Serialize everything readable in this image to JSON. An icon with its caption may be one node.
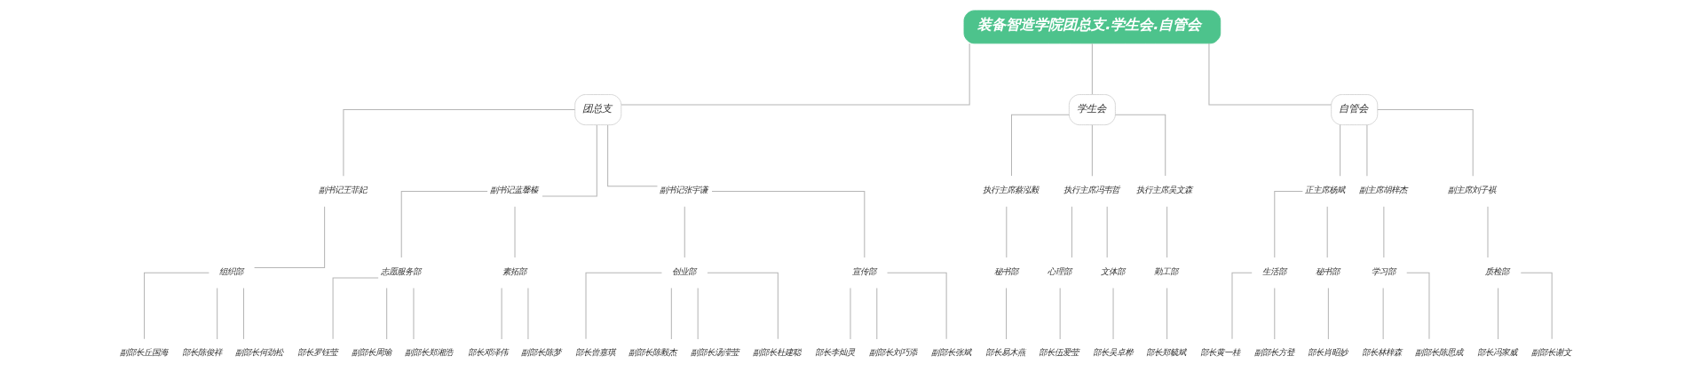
{
  "diagram": {
    "nodes": [
      {
        "text": [
          "装备智造学院团总支.学生会.自管会"
        ]
      },
      {
        "text": [
          "团总支"
        ]
      },
      {
        "text": [
          "学生会"
        ]
      },
      {
        "text": [
          "自管会"
        ]
      },
      {
        "text": [
          "副书记王菲妃"
        ]
      },
      {
        "text": [
          "副书记蓝馨榛"
        ]
      },
      {
        "text": [
          "副书记张宇谦"
        ]
      },
      {
        "text": [
          "执行主席蔡泓毅"
        ]
      },
      {
        "text": [
          "执行主席冯韦哲"
        ]
      },
      {
        "text": [
          "执行主席吴文森"
        ]
      },
      {
        "text": [
          "正主席杨斌"
        ]
      },
      {
        "text": [
          "副主席胡梓杰"
        ]
      },
      {
        "text": [
          "副主席刘子祺"
        ]
      },
      {
        "text": [
          "组织部"
        ]
      },
      {
        "text": [
          "志愿服务部"
        ]
      },
      {
        "text": [
          "素拓部"
        ]
      },
      {
        "text": [
          "创业部"
        ]
      },
      {
        "text": [
          "宣传部"
        ]
      },
      {
        "text": [
          "秘书部"
        ]
      },
      {
        "text": [
          "心理部"
        ]
      },
      {
        "text": [
          "文体部"
        ]
      },
      {
        "text": [
          "勤工部"
        ]
      },
      {
        "text": [
          "生活部"
        ]
      },
      {
        "text": [
          "秘书部"
        ]
      },
      {
        "text": [
          "学习部"
        ]
      },
      {
        "text": [
          "质检部"
        ]
      },
      {
        "text": [
          "副部长丘国海"
        ]
      },
      {
        "text": [
          "部长陈俊祥"
        ]
      },
      {
        "text": [
          "副部长何劲松"
        ]
      },
      {
        "text": [
          "部长罗钰莹"
        ]
      },
      {
        "text": [
          "副部长周瑜"
        ]
      },
      {
        "text": [
          "副部长郑湘浩"
        ]
      },
      {
        "text": [
          "部长邓泽伟"
        ]
      },
      {
        "text": [
          "副部长陈梦"
        ]
      },
      {
        "text": [
          "部长曾嘉琪"
        ]
      },
      {
        "text": [
          "副部长陈毅杰"
        ]
      },
      {
        "text": [
          "副部长汤滢莹"
        ]
      },
      {
        "text": [
          "副部长杜建聪"
        ]
      },
      {
        "text": [
          "部长李灿灵"
        ]
      },
      {
        "text": [
          "副部长刘巧添"
        ]
      },
      {
        "text": [
          "副部长张斌"
        ]
      },
      {
        "text": [
          "部长易木燕"
        ]
      },
      {
        "text": [
          "部长伍爱莹"
        ]
      },
      {
        "text": [
          "部长吴卓桦"
        ]
      },
      {
        "text": [
          "部长郑毓斌"
        ]
      },
      {
        "text": [
          "部长黄一桂"
        ]
      },
      {
        "text": [
          "副部长方登"
        ]
      },
      {
        "text": [
          "部长肖昭妙"
        ]
      },
      {
        "text": [
          "部长林梓森"
        ]
      },
      {
        "text": [
          "副部长陈思成"
        ]
      },
      {
        "text": [
          "部长冯家威"
        ]
      },
      {
        "text": [
          "副部长谢文"
        ]
      }
    ],
    "edges": [
      {
        "from": 0,
        "to": 1,
        "arrow": "none"
      },
      {
        "from": 0,
        "to": 2,
        "arrow": "none"
      },
      {
        "from": 0,
        "to": 3,
        "arrow": "none"
      },
      {
        "from": 1,
        "to": 4,
        "arrow": "none"
      },
      {
        "from": 1,
        "to": 5,
        "arrow": "none"
      },
      {
        "from": 1,
        "to": 6,
        "arrow": "none"
      },
      {
        "from": 2,
        "to": 7,
        "arrow": "none"
      },
      {
        "from": 2,
        "to": 8,
        "arrow": "none"
      },
      {
        "from": 2,
        "to": 9,
        "arrow": "none"
      },
      {
        "from": 3,
        "to": 10,
        "arrow": "none"
      },
      {
        "from": 3,
        "to": 11,
        "arrow": "none"
      },
      {
        "from": 3,
        "to": 12,
        "arrow": "none"
      },
      {
        "from": 4,
        "to": 13,
        "arrow": "none"
      },
      {
        "from": 5,
        "to": 14,
        "arrow": "none"
      },
      {
        "from": 5,
        "to": 15,
        "arrow": "none"
      },
      {
        "from": 6,
        "to": 16,
        "arrow": "none"
      },
      {
        "from": 6,
        "to": 17,
        "arrow": "none"
      },
      {
        "from": 7,
        "to": 18,
        "arrow": "none"
      },
      {
        "from": 8,
        "to": 19,
        "arrow": "none"
      },
      {
        "from": 8,
        "to": 20,
        "arrow": "none"
      },
      {
        "from": 9,
        "to": 21,
        "arrow": "none"
      },
      {
        "from": 10,
        "to": 22,
        "arrow": "none"
      },
      {
        "from": 10,
        "to": 23,
        "arrow": "none"
      },
      {
        "from": 11,
        "to": 24,
        "arrow": "none"
      },
      {
        "from": 12,
        "to": 25,
        "arrow": "none"
      },
      {
        "from": 13,
        "to": 26,
        "arrow": "none"
      },
      {
        "from": 13,
        "to": 27,
        "arrow": "none"
      },
      {
        "from": 13,
        "to": 28,
        "arrow": "none"
      },
      {
        "from": 14,
        "to": 29,
        "arrow": "none"
      },
      {
        "from": 14,
        "to": 30,
        "arrow": "none"
      },
      {
        "from": 14,
        "to": 31,
        "arrow": "none"
      },
      {
        "from": 15,
        "to": 32,
        "arrow": "none"
      },
      {
        "from": 15,
        "to": 33,
        "arrow": "none"
      },
      {
        "from": 16,
        "to": 34,
        "arrow": "none"
      },
      {
        "from": 16,
        "to": 35,
        "arrow": "none"
      },
      {
        "from": 16,
        "to": 36,
        "arrow": "none"
      },
      {
        "from": 16,
        "to": 37,
        "arrow": "none"
      },
      {
        "from": 17,
        "to": 38,
        "arrow": "none"
      },
      {
        "from": 17,
        "to": 39,
        "arrow": "none"
      },
      {
        "from": 17,
        "to": 40,
        "arrow": "none"
      },
      {
        "from": 18,
        "to": 41,
        "arrow": "none"
      },
      {
        "from": 19,
        "to": 42,
        "arrow": "none"
      },
      {
        "from": 20,
        "to": 43,
        "arrow": "none"
      },
      {
        "from": 21,
        "to": 44,
        "arrow": "none"
      },
      {
        "from": 22,
        "to": 45,
        "arrow": "none"
      },
      {
        "from": 22,
        "to": 46,
        "arrow": "none"
      },
      {
        "from": 23,
        "to": 47,
        "arrow": "none"
      },
      {
        "from": 24,
        "to": 48,
        "arrow": "none"
      },
      {
        "from": 24,
        "to": 49,
        "arrow": "none"
      },
      {
        "from": 25,
        "to": 50,
        "arrow": "none"
      },
      {
        "from": 25,
        "to": 51,
        "arrow": "none"
      }
    ]
  }
}
